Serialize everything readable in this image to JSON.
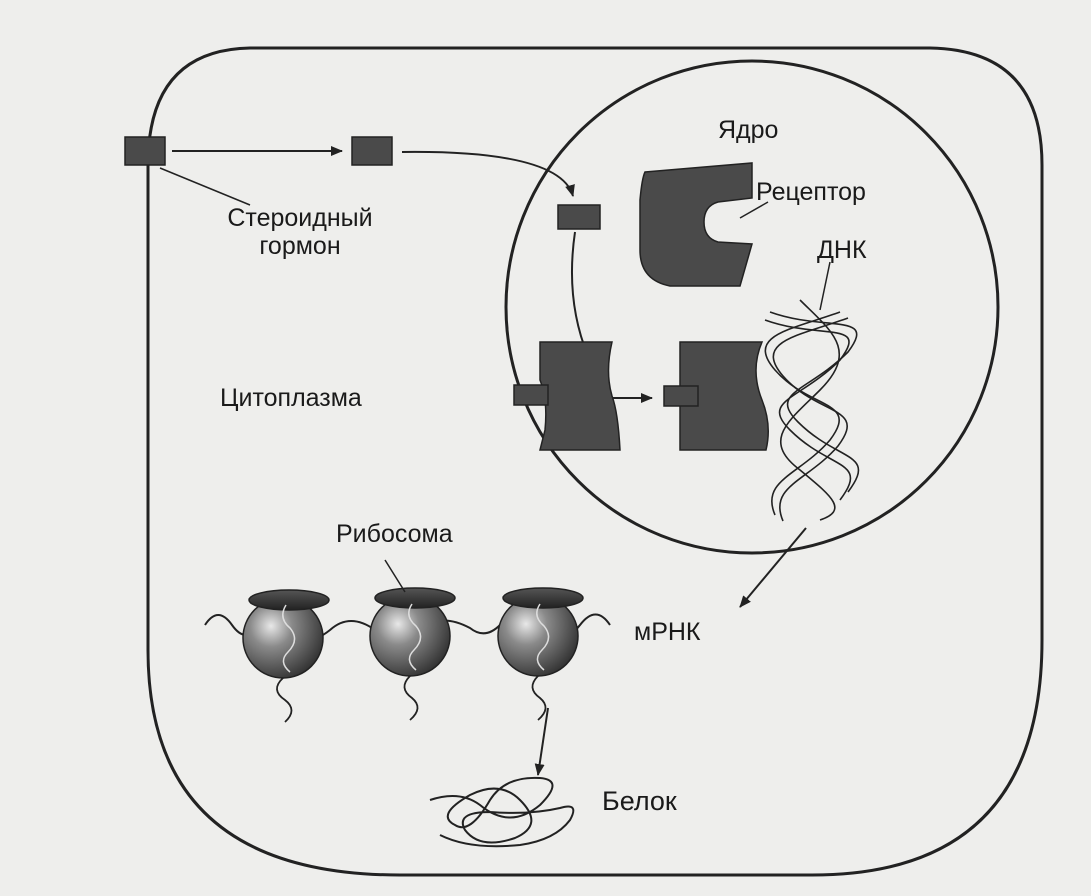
{
  "labels": {
    "hormone_line1": "Стероидный",
    "hormone_line2": "гормон",
    "nucleus": "Ядро",
    "receptor": "Рецептор",
    "dna": "ДНК",
    "cytoplasm": "Цитоплазма",
    "ribosome": "Рибосома",
    "mrna": "мРНК",
    "protein": "Белок"
  },
  "colors": {
    "background": "#eeeeec",
    "outline": "#222222",
    "shape_fill": "#4a4a4a"
  }
}
